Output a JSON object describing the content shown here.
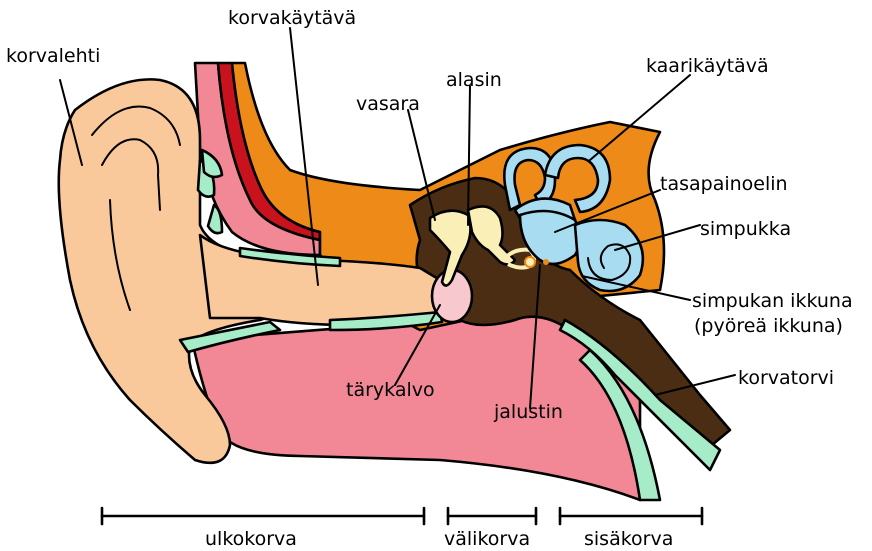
{
  "labels": {
    "korvalehti": "korvalehti",
    "korvakaytava": "korvakäytävä",
    "alasin": "alasin",
    "vasara": "vasara",
    "kaarikaytava": "kaarikäytävä",
    "tasapainoelin": "tasapainoelin",
    "simpukka": "simpukka",
    "simpukan_ikkuna_1": "simpukan ikkuna",
    "simpukan_ikkuna_2": "(pyöreä ikkuna)",
    "korvatorvi": "korvatorvi",
    "tarykalvo": "tärykalvo",
    "jalustin": "jalustin"
  },
  "regions": {
    "ulkokorva": "ulkokorva",
    "valikorva": "välikorva",
    "sisakorva": "sisäkorva"
  },
  "colors": {
    "skin": "#f9c99b",
    "pink": "#f28896",
    "orange": "#ee8a17",
    "brown": "#4a2d12",
    "bone": "#fbefb8",
    "mint": "#a6ecc9",
    "blue": "#a8dcf0",
    "red": "#c8121e",
    "eardrum": "#f7c9cf"
  }
}
